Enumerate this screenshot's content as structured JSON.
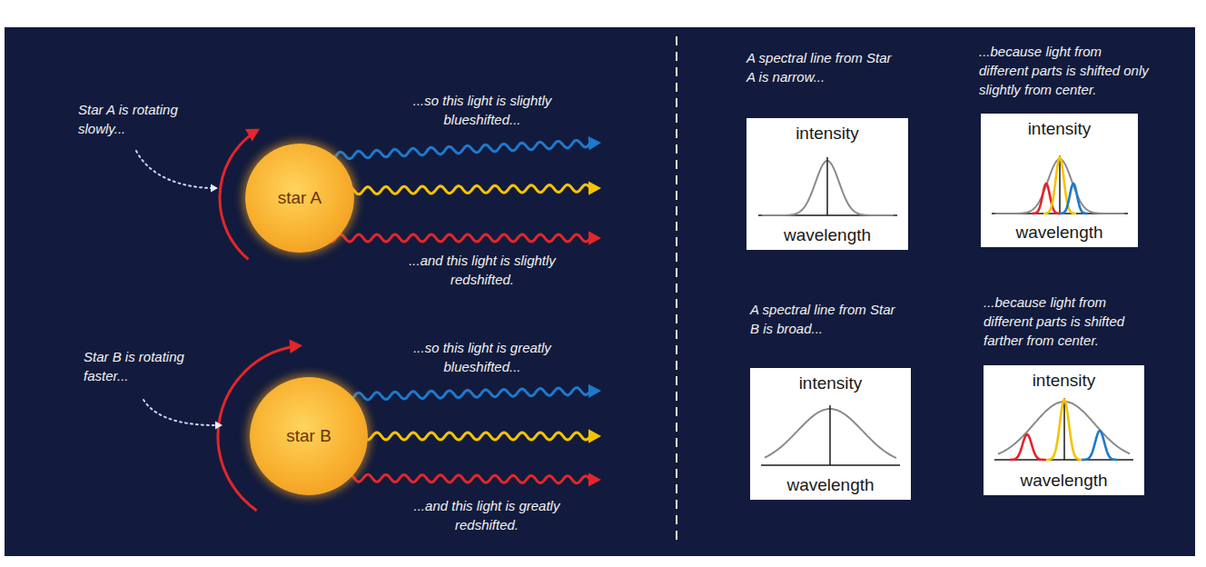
{
  "diagram": {
    "nodes": [
      {
        "text": [
          "star A"
        ]
      },
      {
        "text": [
          "intensity",
          "wavelength"
        ]
      },
      {
        "text": [
          "intensity",
          "wavelength"
        ]
      },
      {
        "text": [
          "star B"
        ]
      },
      {
        "text": [
          "intensity",
          "wavelength"
        ]
      },
      {
        "text": [
          "intensity",
          "wavelength"
        ]
      }
    ],
    "labels": [
      "Star A is rotating slowly...",
      "...so this light is slightly blueshifted...",
      "...and this light is slightly redshifted.",
      "A spectral line from Star A is narrow...",
      "...because light from different parts is shifted only slightly from center.",
      "Star B is rotating faster...",
      "...so this light is greatly blueshifted...",
      "...and this light is greatly redshifted.",
      "A spectral line from Star B is broad...",
      "...because light from different parts is shifted farther from center."
    ]
  }
}
